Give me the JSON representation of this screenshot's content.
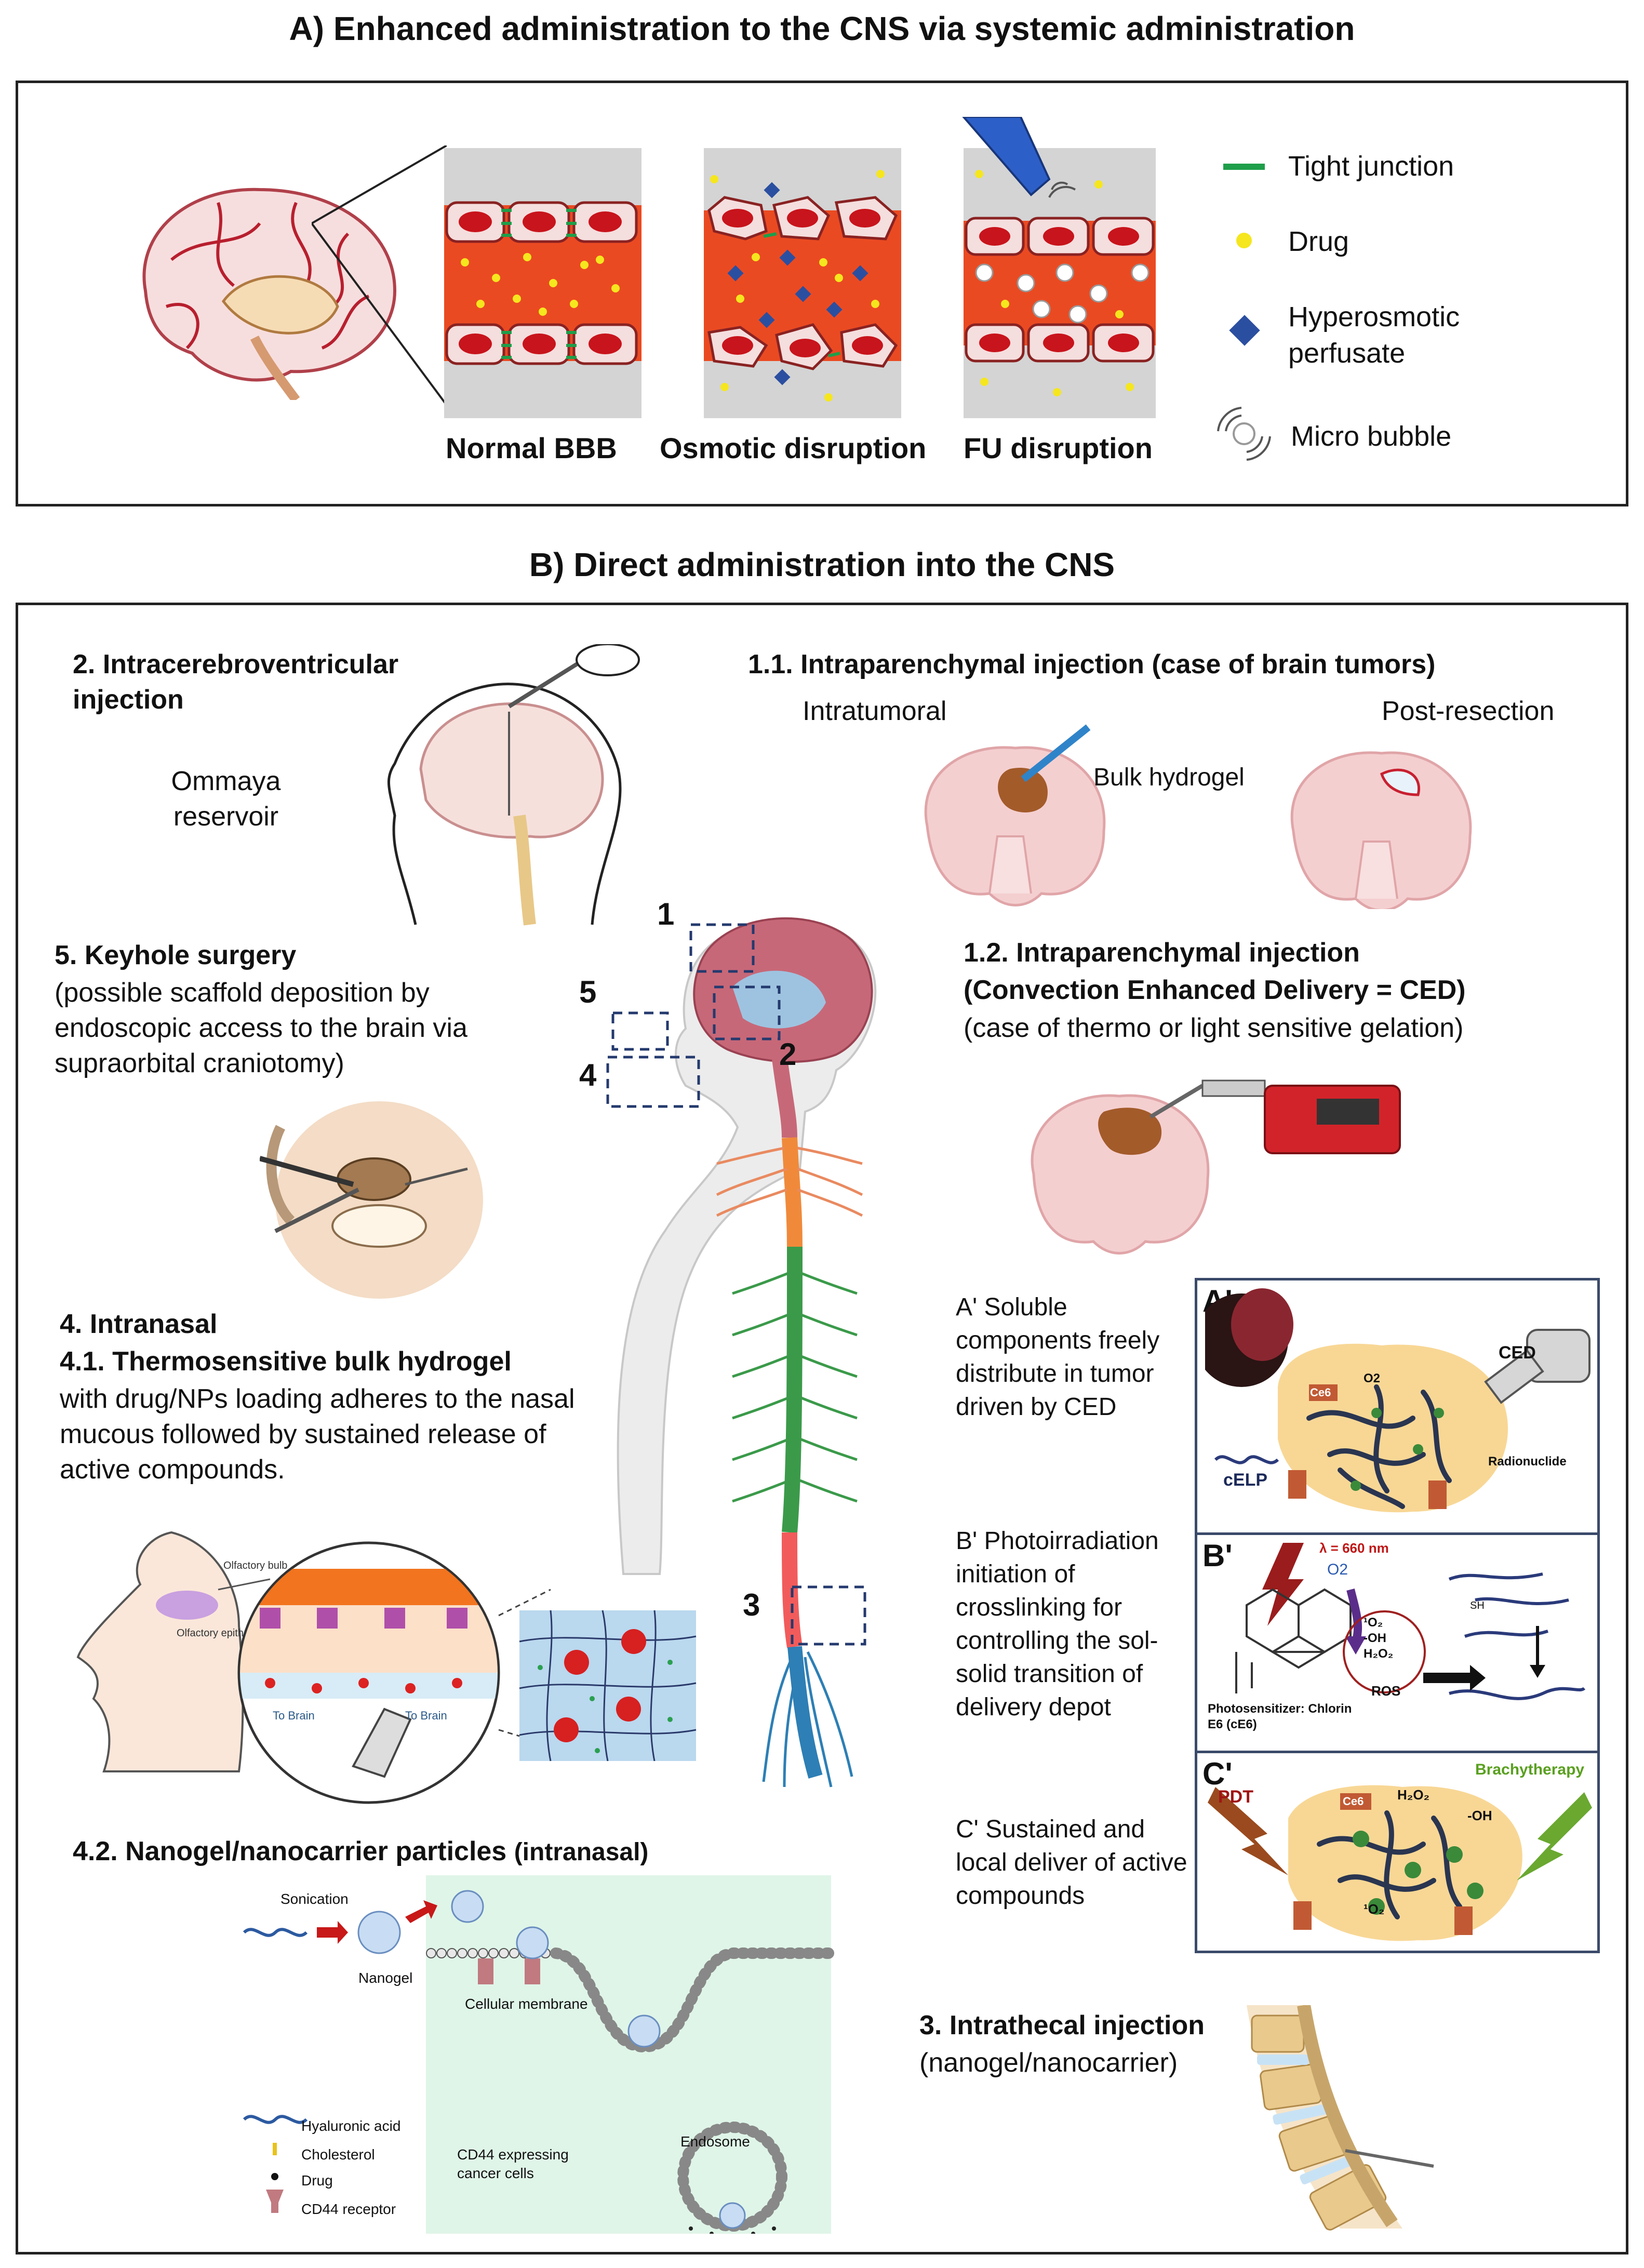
{
  "section_a": {
    "title": "A) Enhanced administration to the CNS via systemic administration",
    "captions": [
      "Normal BBB",
      "Osmotic disruption",
      "FU disruption"
    ],
    "legend": [
      {
        "label": "Tight junction",
        "icon": "tight-junction-icon",
        "color": "#1e9e4a"
      },
      {
        "label": "Drug",
        "icon": "drug-dot-icon",
        "color": "#f5e61e"
      },
      {
        "label": "Hyperosmotic perfusate",
        "icon": "perfusate-diamond-icon",
        "color": "#2b4fa0"
      },
      {
        "label": "Micro bubble",
        "icon": "micro-bubble-icon",
        "color": "#9a9a9a"
      }
    ]
  },
  "section_b": {
    "title": "B) Direct administration into the CNS",
    "icv": {
      "heading": "2. Intracerebroventricular injection",
      "device": "Ommaya reservoir"
    },
    "ip": {
      "heading": "1.1. Intraparenchymal injection (case of brain tumors)",
      "left": "Intratumoral",
      "right": "Post-resection",
      "hydrogel": "Bulk hydrogel"
    },
    "ced": {
      "heading1": "1.2. Intraparenchymal injection",
      "heading2": "(Convection Enhanced Delivery = CED)",
      "sub": "(case of thermo or light sensitive gelation)"
    },
    "keyhole": {
      "heading": "5. Keyhole surgery",
      "text": "(possible scaffold deposition by endoscopic access to the brain via supraorbital craniotomy)"
    },
    "body_numbers": [
      "1",
      "5",
      "4",
      "2",
      "3"
    ],
    "intranasal": {
      "heading": "4. Intranasal",
      "sub_heading": "4.1. Thermosensitive bulk hydrogel",
      "text": "with drug/NPs loading adheres to the nasal mucous followed by sustained release of active compounds.",
      "labels": {
        "olfactory_bulb": "Olfactory bulb",
        "olfactory_epithelium": "Olfactory epithelium",
        "to_brain_1": "To Brain",
        "to_brain_2": "To Brain"
      }
    },
    "nanogel": {
      "heading": "4.2. Nanogel/nanocarrier particles",
      "heading_suffix": "(intranasal)",
      "labels": {
        "sonication": "Sonication",
        "nanogel": "Nanogel",
        "membrane": "Cellular membrane",
        "endosome": "Endosome",
        "cells": "CD44 expressing cancer cells"
      },
      "legend": [
        {
          "label": "Hyaluronic acid",
          "icon": "hyaluronic-acid-icon"
        },
        {
          "label": "Cholesterol",
          "icon": "cholesterol-icon"
        },
        {
          "label": "Drug",
          "icon": "drug-icon"
        },
        {
          "label": "CD44 receptor",
          "icon": "cd44-receptor-icon"
        }
      ]
    },
    "steps": [
      {
        "label": "A'",
        "text": "A' Soluble components freely distribute in tumor driven by CED",
        "words": {
          "ced": "CED",
          "celp": "cELP",
          "radionuclide": "Radionuclide",
          "ce6": "Ce6",
          "o2": "O2"
        }
      },
      {
        "label": "B'",
        "text": "B' Photoirradiation initiation of crosslinking for controlling the sol-solid transition of delivery depot",
        "words": {
          "lambda": "λ = 660 nm",
          "o2": "O2",
          "ros": "ROS",
          "ros_items": [
            "¹O₂",
            "-OH",
            "H₂O₂"
          ],
          "sensitizer": "Photosensitizer: Chlorin E6 (cE6)",
          "sh": "SH"
        }
      },
      {
        "label": "C'",
        "text": "C' Sustained and local deliver of active compounds",
        "words": {
          "pdt": "PDT",
          "brachy": "Brachytherapy",
          "ce6": "Ce6",
          "h2o2": "H₂O₂",
          "oh": "-OH",
          "o2s": "¹O₂"
        }
      }
    ],
    "intrathecal": {
      "heading": "3. Intrathecal injection",
      "sub": "(nanogel/nanocarrier)"
    }
  }
}
